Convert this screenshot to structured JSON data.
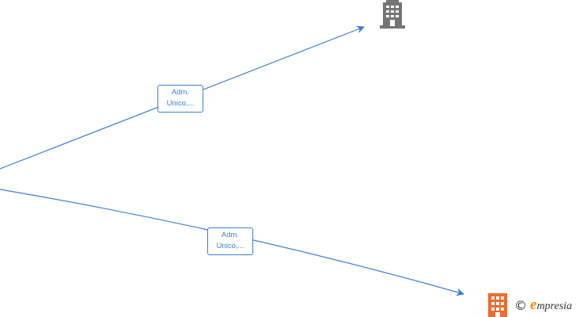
{
  "diagram": {
    "edges": [
      {
        "id": "edge-top",
        "label_line1": "Adm.",
        "label_line2": "Unico,..."
      },
      {
        "id": "edge-bottom",
        "label_line1": "Adm.",
        "label_line2": "Unico,..."
      }
    ],
    "nodes": [
      {
        "id": "company-top",
        "icon": "building-icon",
        "color": "#757575"
      },
      {
        "id": "company-bottom",
        "icon": "building-icon",
        "color": "#f26a2e"
      }
    ],
    "colors": {
      "edge": "#3a7fd5"
    }
  },
  "footer": {
    "copyright_symbol": "©",
    "brand_initial": "e",
    "brand_rest": "mpresia"
  }
}
